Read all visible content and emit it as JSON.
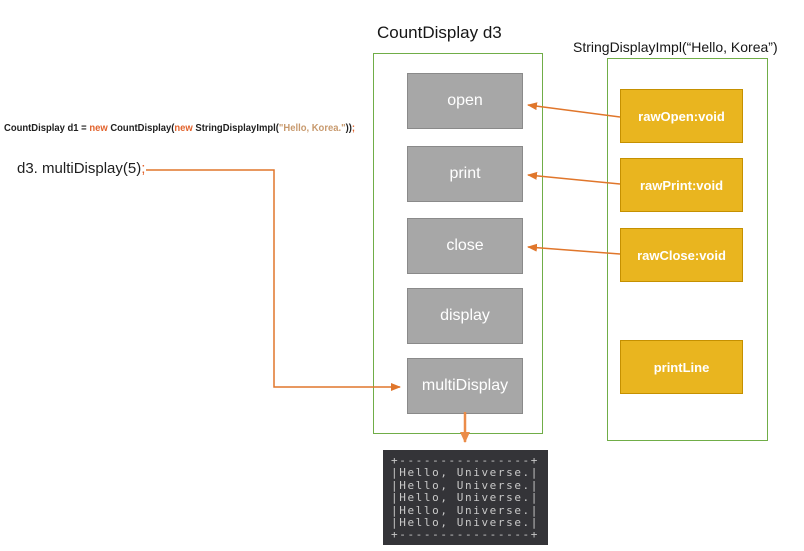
{
  "code_panel": {
    "line1": {
      "t1": "CountDisplay d1 = ",
      "kw1": "new",
      "t2": " CountDisplay(",
      "kw2": "new",
      "t3": " StringDisplayImpl(",
      "str": "\"Hello, Korea.\"",
      "t4": "))",
      "semi": ";"
    },
    "line2": {
      "text": "d3. multiDisplay(5)",
      "semi": ";"
    }
  },
  "count_display": {
    "title": "CountDisplay d3",
    "methods": [
      "open",
      "print",
      "close",
      "display",
      "multiDisplay"
    ]
  },
  "string_display_impl": {
    "title": "StringDisplayImpl(“Hello, Korea”)",
    "methods": [
      "rawOpen:void",
      "rawPrint:void",
      "rawClose:void",
      "printLine"
    ]
  },
  "console_output": {
    "lines": [
      "+----------------+",
      "|Hello, Universe.|",
      "|Hello, Universe.|",
      "|Hello, Universe.|",
      "|Hello, Universe.|",
      "|Hello, Universe.|",
      "+----------------+"
    ]
  },
  "colors": {
    "green_border": "#70ad47",
    "orange_arrow": "#e0762b",
    "console_arrow": "#eb8c49",
    "gold_fill": "#e9b51f",
    "gold_border": "#c59000",
    "gray_fill": "#a7a7a7",
    "console_bg": "#343438",
    "keyword_orange": "#e2632d",
    "string_tan": "#c89a6e"
  }
}
